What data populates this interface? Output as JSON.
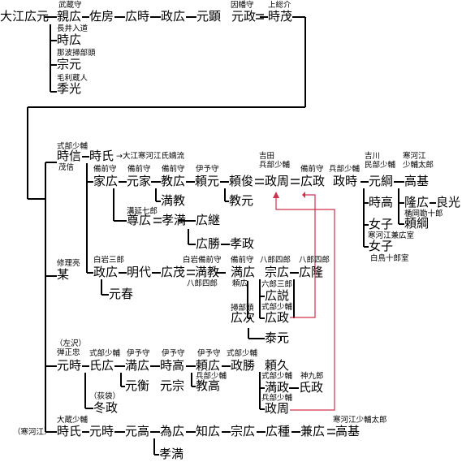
{
  "names": {
    "oe_hiromoto": "大江広元",
    "chikahiro": "親広",
    "sukefusa": "佐房",
    "hirotoki_1": "広時",
    "masahiro_1": "政広",
    "motoaki": "元顕",
    "motomasa": "元政",
    "tokishige": "時茂",
    "tokihiro": "時広",
    "munemoto": "宗元",
    "suemitsu": "季光",
    "tokinobu": "時信",
    "tokitoki": "時氏",
    "ieHiro": "家広",
    "motoie": "元家",
    "norihiro": "教広",
    "yorimoto": "頼元",
    "yoritoshi": "頼俊",
    "masachika": "政周",
    "hiromasa_1": "広政",
    "masatoki": "政時",
    "mototsuna": "元綱",
    "takamoto": "高基",
    "mitsunori": "満教",
    "norimoto": "教元",
    "takahiro": "尊広",
    "takamitsu": "孝満",
    "hirotsugu": "広継",
    "hirokatsu": "広勝",
    "takamasa": "孝政",
    "tokitaka": "時高",
    "takahiro2": "隆広",
    "yoshimitsu": "良光",
    "yoritsuna": "頼綱",
    "joshi_1": "女子",
    "joshi_2": "女子",
    "masahiro_2": "政広",
    "akiyo": "明代",
    "hiroshige": "広茂",
    "mitsunori_2": "満教",
    "mitsuhiro": "満広",
    "munehiro": "宗広",
    "hirotaka": "広隆",
    "koharu": "元春",
    "hirotoki_2": "広説",
    "hiromasa_2": "広政",
    "hirotsugu_2": "広次",
    "yasumoto": "泰元",
    "bou": "某",
    "mototoki": "元時",
    "ujihiro": "氏広",
    "mitsuhiro_2": "満広",
    "tokitaka_2": "時高",
    "yorihiro": "頼広",
    "masakatsu": "政勝",
    "yorihisa": "頼久",
    "motohira": "元衡",
    "motomune": "元宗",
    "noritaka": "教高",
    "mitsumasa": "満政",
    "ujihiro_2": "氏政",
    "masachika_2": "政周",
    "fuyumasa": "冬政",
    "tokiuji_2": "時氏",
    "mototoki_2": "元時",
    "mototaka": "元高",
    "tamehiro": "為広",
    "tomohiro": "知広",
    "munehiro_2": "宗広",
    "hirotane": "広種",
    "kanehiro": "兼広",
    "takamoto_2": "高基",
    "takamitsu_2": "孝満"
  },
  "notes": {
    "musashi_no_kami": "武蔵守",
    "inaba_no_kami": "因幡守",
    "kazusa_no_suke": "上総介",
    "nagai_nyudo": "長井入道",
    "hatano_kamonkashira": "那波掃部頭",
    "mori_kurando": "毛利蔵人",
    "shikibu_shoyu_1": "式部少輔",
    "nobunobu": "茂信",
    "kankae_branch": "→大江寒河江氏嫡流",
    "bizen_1": "備前守",
    "bizen_2": "備前守",
    "bizen_3": "備前守",
    "iyo_1": "伊予守",
    "yoshida_hyobu": "吉田\n兵部少輔",
    "bizen_4": "備前守",
    "hyobu_shoyu": "兵部少輔",
    "yoshikawa_minbu": "吉川\n民部少輔",
    "sagae_shoyu": "寒河江\n少輔太郎",
    "mizonobu": "溝延七郎",
    "takahashi_kanjuro": "楯岡勘十郎",
    "sagae_kanehiro_shitsu": "寒河江兼広室",
    "shiratori_juro_shitsu": "白鳥十郎室",
    "shiraiwa_saburo": "白岩三郎",
    "shiraiwa_bizen": "白岩備前守",
    "bizen_5": "備前守",
    "hachiro_shiro_1": "八郎四郎",
    "hachiro_shiro_2": "八郎四郎",
    "hachiro_shiro_3": "八郎四郎",
    "yorihiro": "頼広",
    "rokuro_saburo": "六郎三郎",
    "shikibu_shoyu_2": "式部少輔",
    "kamon_kashira": "掃部頭",
    "shuri_no_suke": "修理亮",
    "hidari_sawa": "（左沢）",
    "danjochu": "弾正忠",
    "shikibu_shoyu_3": "式部少輔",
    "iyo_2": "伊予守",
    "iyo_3": "伊予守",
    "iyo_4": "伊予守",
    "shikibu_shoyu_4": "式部少輔",
    "hyobu_shoyu_2": "兵部少輔",
    "shikibu_shoyu_5": "式部少輔",
    "kamikuro": "神九郎",
    "hyobu_shoyu_3": "兵部少輔",
    "urushibukuro": "（荻袋）",
    "sagae_paren": "（寒河江）",
    "okura_shoyu": "大蔵少輔",
    "sagae_shoyu_taro": "寒河江少輔太郎"
  }
}
